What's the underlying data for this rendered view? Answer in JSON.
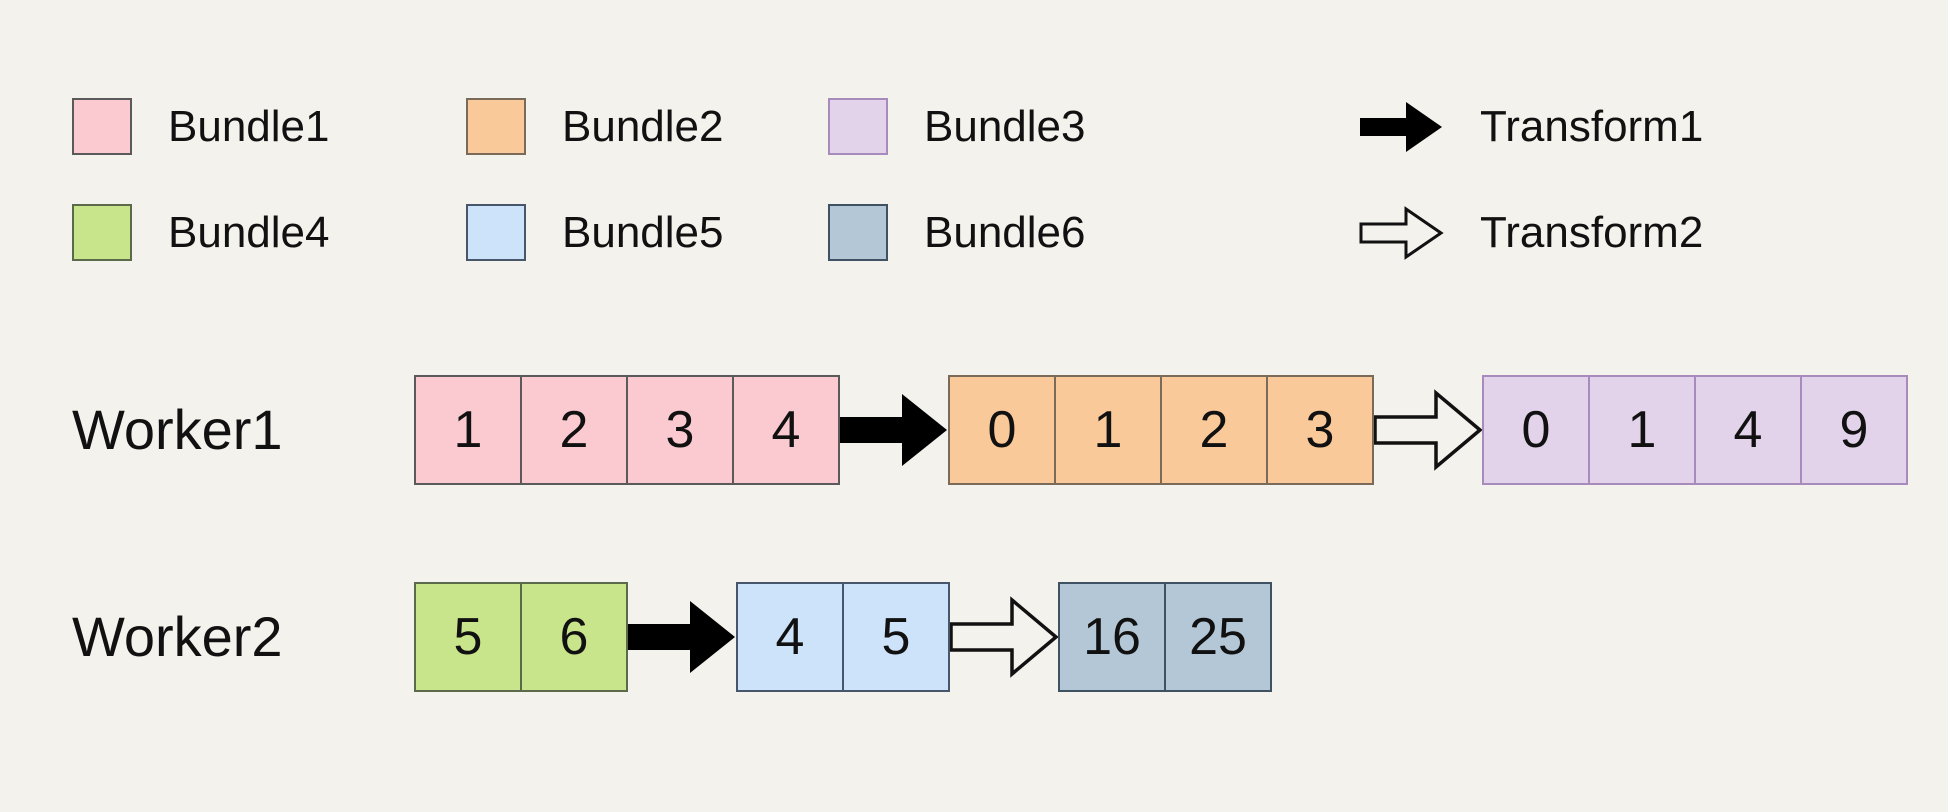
{
  "legend": {
    "items": [
      {
        "id": "bundle1",
        "label": "Bundle1",
        "color": "#fbcad0",
        "border": "#5a5a5a",
        "type": "swatch"
      },
      {
        "id": "bundle2",
        "label": "Bundle2",
        "color": "#fac99a",
        "border": "#7a6a5a",
        "type": "swatch"
      },
      {
        "id": "bundle3",
        "label": "Bundle3",
        "color": "#e2d3ea",
        "border": "#a88bbd",
        "type": "swatch"
      },
      {
        "id": "transform1",
        "label": "Transform1",
        "color": "#000000",
        "type": "arrow-solid"
      },
      {
        "id": "bundle4",
        "label": "Bundle4",
        "color": "#c8e58c",
        "border": "#5a6a4a",
        "type": "swatch"
      },
      {
        "id": "bundle5",
        "label": "Bundle5",
        "color": "#cde3fa",
        "border": "#47566b",
        "type": "swatch"
      },
      {
        "id": "bundle6",
        "label": "Bundle6",
        "color": "#b3c7d6",
        "border": "#3f5264",
        "type": "swatch"
      },
      {
        "id": "transform2",
        "label": "Transform2",
        "color": "#ffffff",
        "type": "arrow-hollow"
      }
    ]
  },
  "workers": [
    {
      "id": "worker1",
      "label": "Worker1",
      "stages": [
        {
          "bundle": "Bundle1",
          "color": "#fbcad0",
          "border": "#5a5a5a",
          "values": [
            "1",
            "2",
            "3",
            "4"
          ]
        },
        {
          "transform": "Transform1",
          "style": "solid"
        },
        {
          "bundle": "Bundle2",
          "color": "#fac99a",
          "border": "#7a6a5a",
          "values": [
            "0",
            "1",
            "2",
            "3"
          ]
        },
        {
          "transform": "Transform2",
          "style": "hollow"
        },
        {
          "bundle": "Bundle3",
          "color": "#e2d3ea",
          "border": "#a88bbd",
          "values": [
            "0",
            "1",
            "4",
            "9"
          ]
        }
      ]
    },
    {
      "id": "worker2",
      "label": "Worker2",
      "stages": [
        {
          "bundle": "Bundle4",
          "color": "#c8e58c",
          "border": "#5a6a4a",
          "values": [
            "5",
            "6"
          ]
        },
        {
          "transform": "Transform1",
          "style": "solid"
        },
        {
          "bundle": "Bundle5",
          "color": "#cde3fa",
          "border": "#47566b",
          "values": [
            "4",
            "5"
          ]
        },
        {
          "transform": "Transform2",
          "style": "hollow"
        },
        {
          "bundle": "Bundle6",
          "color": "#b3c7d6",
          "border": "#3f5264",
          "values": [
            "16",
            "25"
          ]
        }
      ]
    }
  ],
  "background_color": "#f4f2ed"
}
